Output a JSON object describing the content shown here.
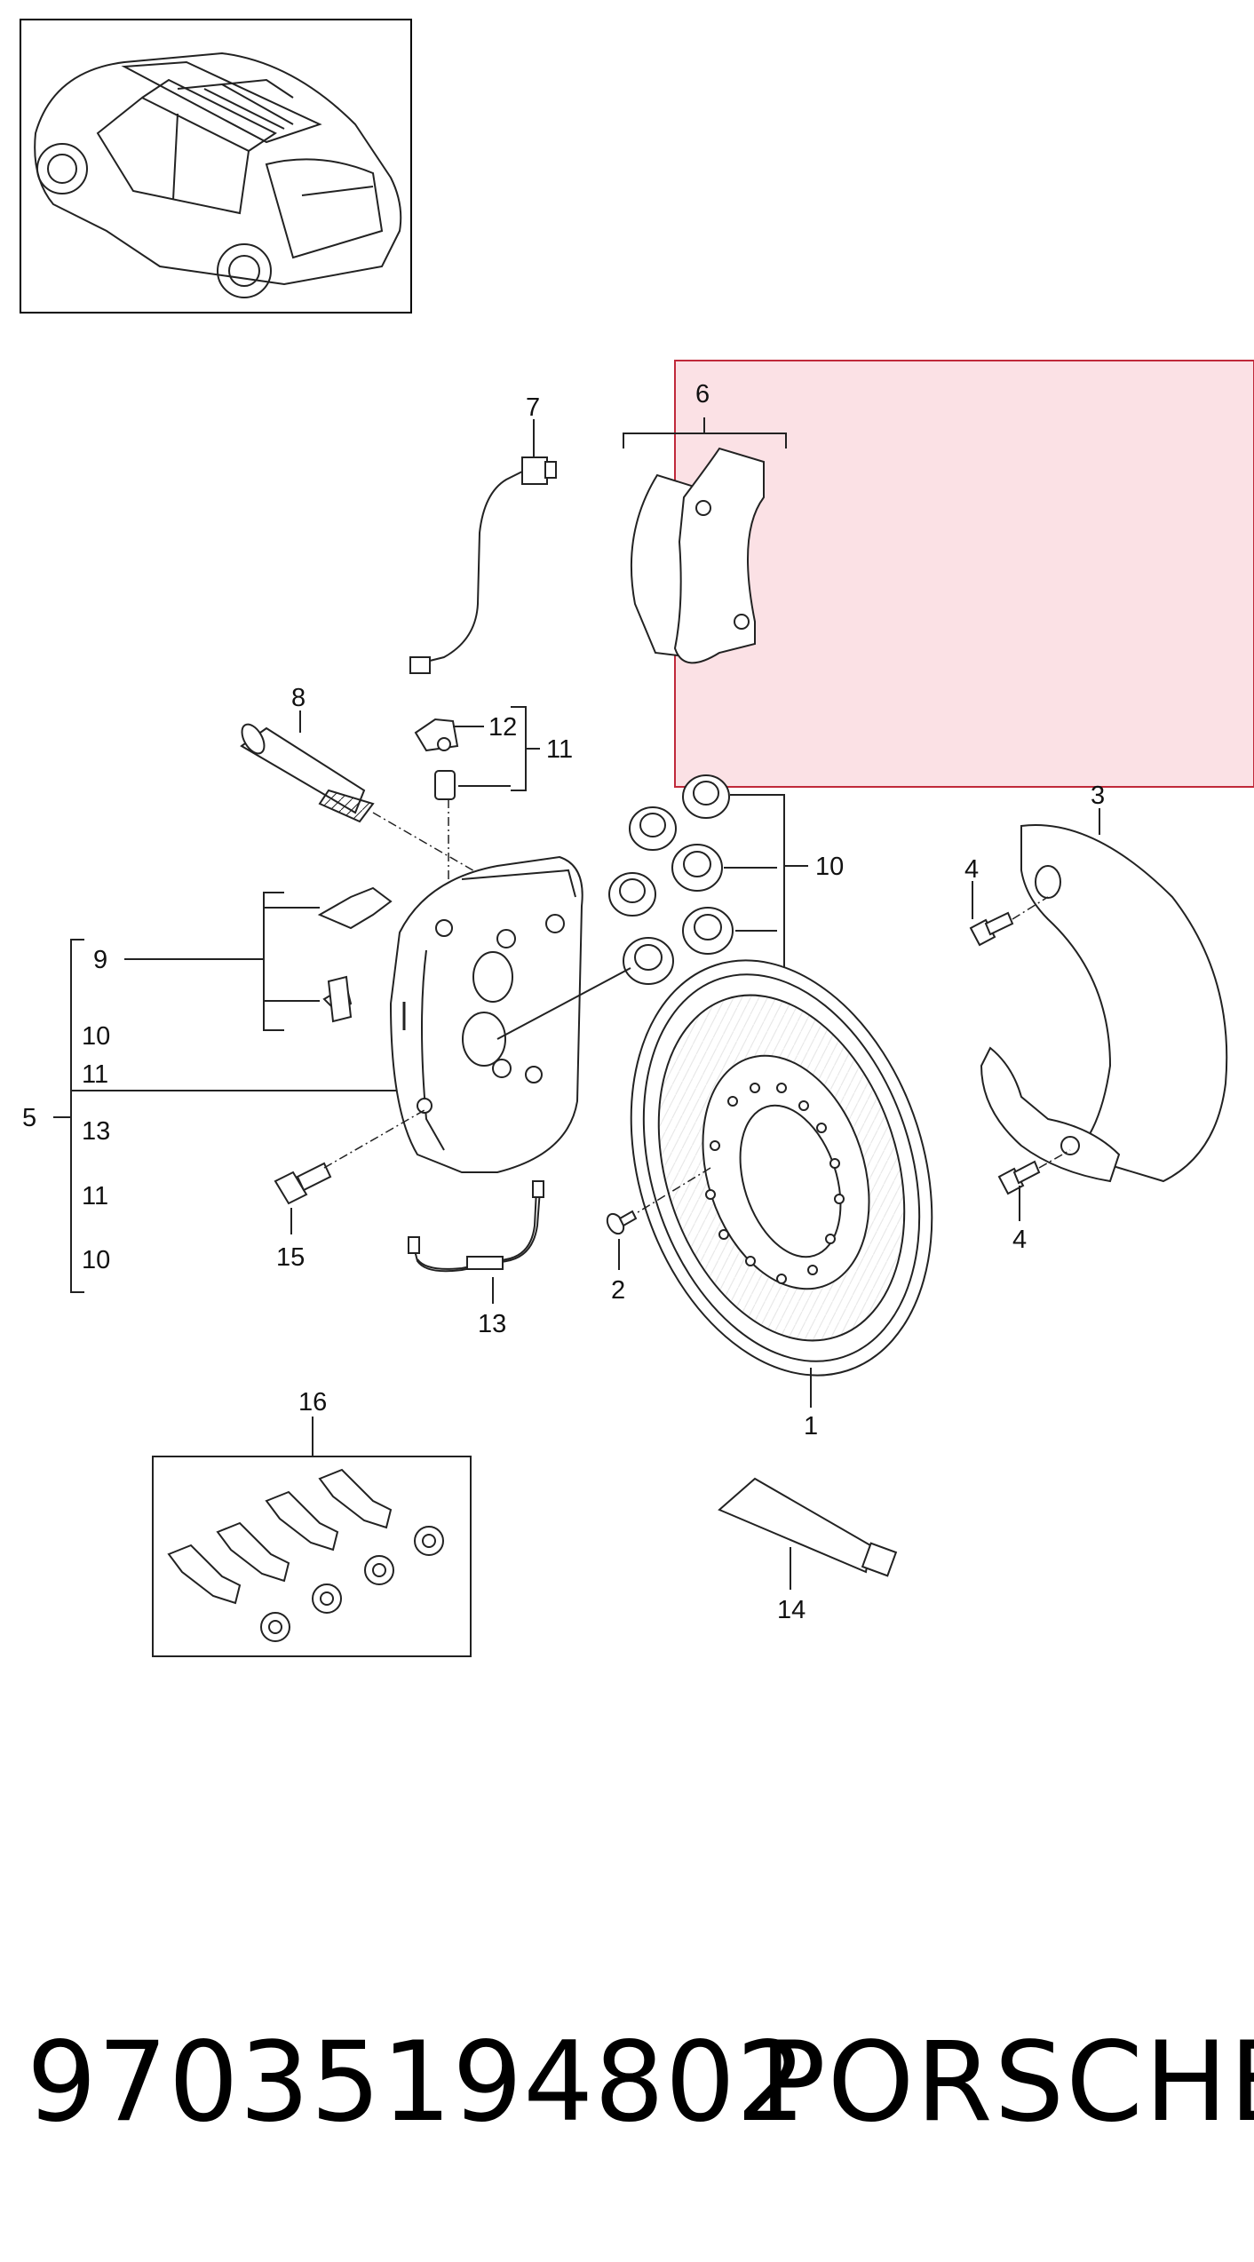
{
  "callouts": {
    "c1": "1",
    "c2": "2",
    "c3": "3",
    "c4a": "4",
    "c4b": "4",
    "c5": "5",
    "c6": "6",
    "c7": "7",
    "c8": "8",
    "c9": "9",
    "c10_right": "10",
    "c10_a": "10",
    "c11_a": "11",
    "c13_a": "13",
    "c11_b": "11",
    "c10_b": "10",
    "c11_top": "11",
    "c12": "12",
    "c13": "13",
    "c14": "14",
    "c15": "15",
    "c16": "16"
  },
  "footer": {
    "part_number": "97035194802",
    "brand": "PORSCHE"
  },
  "highlight": {
    "color": "#f8c8d0",
    "border": "#c0293a"
  }
}
